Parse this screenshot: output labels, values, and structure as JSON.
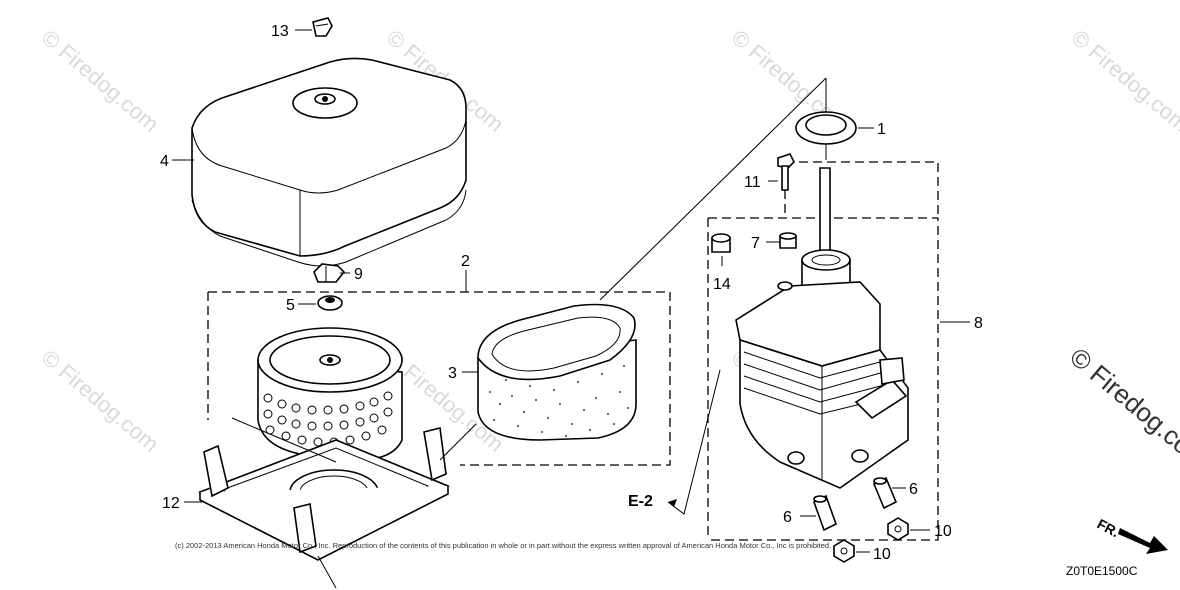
{
  "callouts": {
    "c1": "1",
    "c2": "2",
    "c3": "3",
    "c4": "4",
    "c5": "5",
    "c6a": "6",
    "c6b": "6",
    "c7": "7",
    "c8": "8",
    "c9": "9",
    "c10a": "10",
    "c10b": "10",
    "c11": "11",
    "c12": "12",
    "c13": "13",
    "c14": "14"
  },
  "reference": "E-2",
  "front_marker": "FR.",
  "diagram_code": "Z0T0E1500C",
  "watermark": "© Firedog.com",
  "copyright": "(c) 2002-2013 American Honda Motor Co., Inc. Reproduction of the contents of this publication in whole or in part without the express written approval of American Honda Motor Co., Inc is prohibited.",
  "colors": {
    "line": "#000000",
    "watermark": "#d9d9d9",
    "background": "#ffffff"
  }
}
